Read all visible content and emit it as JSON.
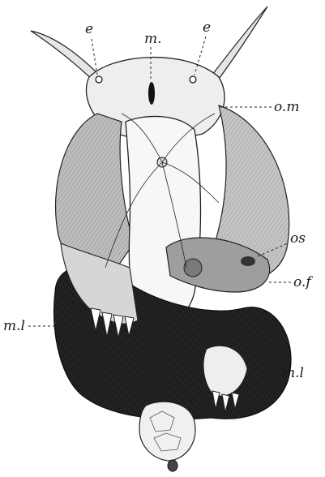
{
  "figure": {
    "labels": {
      "e_left": "e",
      "m": "m.",
      "e_right": "e",
      "om": "o.m",
      "os": "os",
      "of": "o.f",
      "ml_left": "m.l",
      "ml_right": "m.l"
    }
  }
}
